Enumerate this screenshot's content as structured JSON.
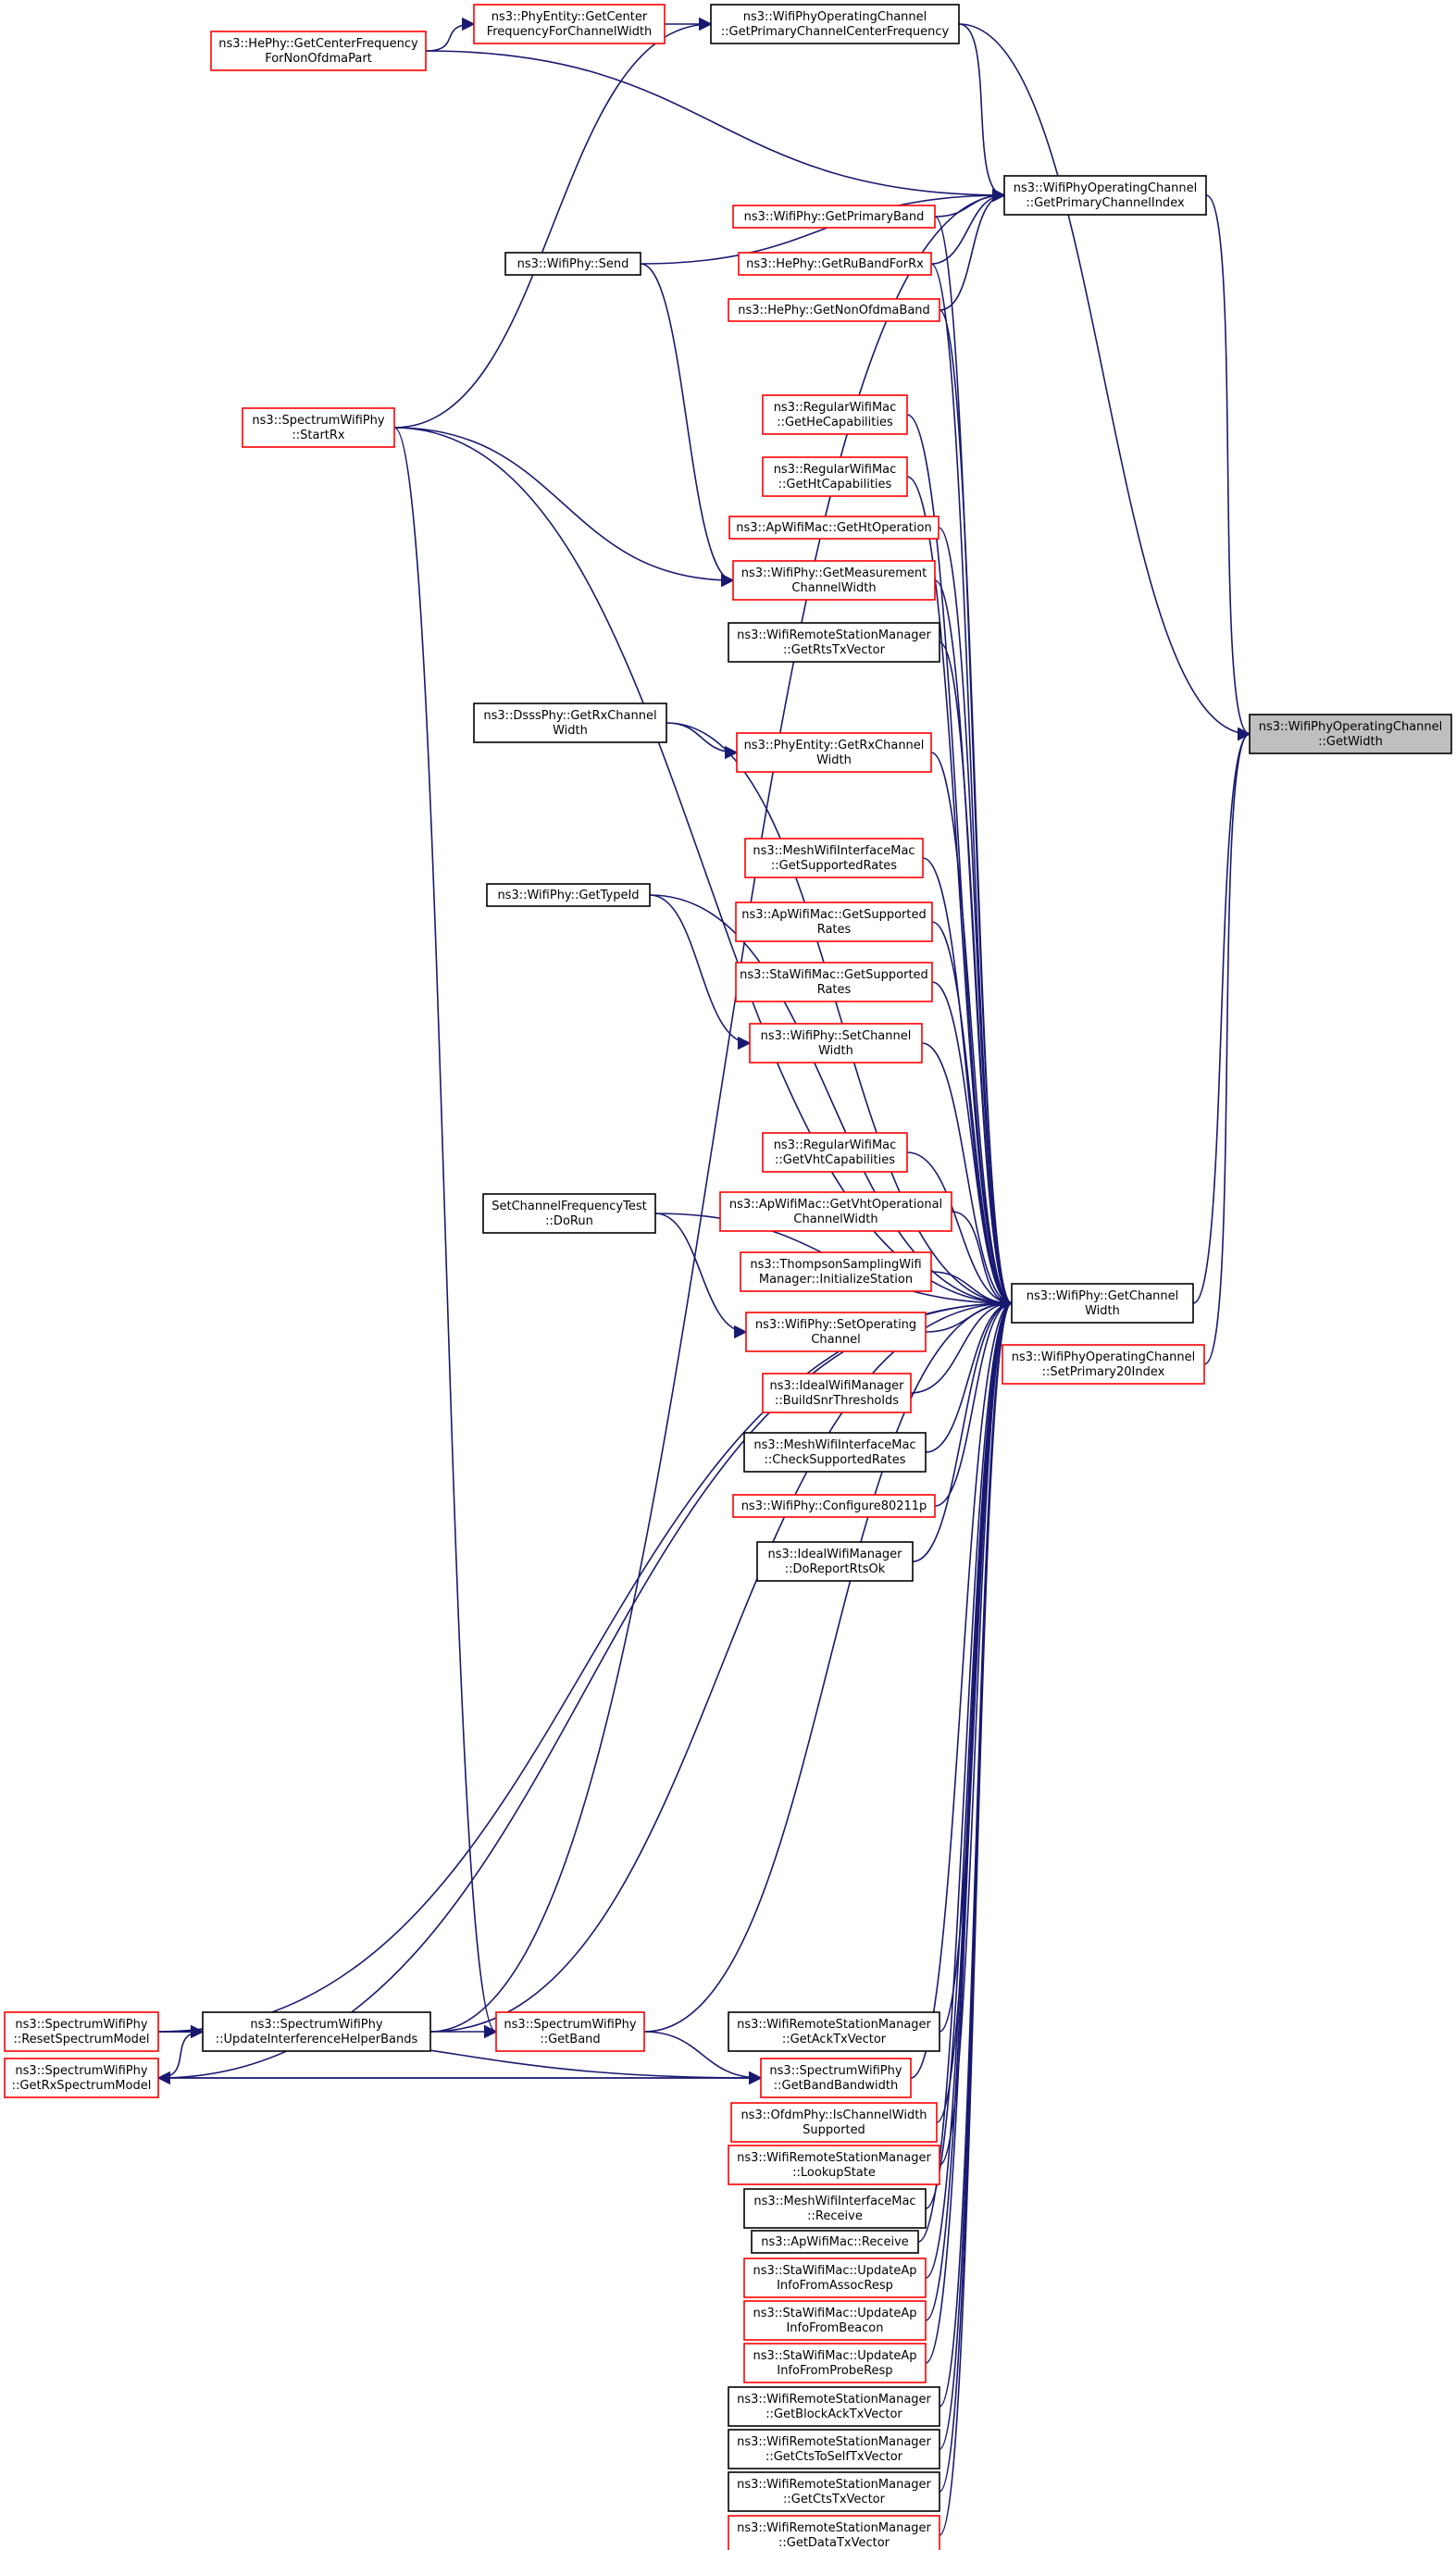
{
  "graph": {
    "title": "ns3::WifiPhyOperatingChannel::GetWidth call graph",
    "colors": {
      "edge": "#191970",
      "arrow": "#191970",
      "border_black": "#000000",
      "border_red": "#ff0000",
      "root_fill": "#bfbfbf",
      "fill": "#ffffff"
    },
    "nodes": [
      {
        "id": "getwidth",
        "lines": [
          "ns3::WifiPhyOperatingChannel",
          "::GetWidth"
        ],
        "style": "root"
      },
      {
        "id": "primarychannelindex",
        "lines": [
          "ns3::WifiPhyOperatingChannel",
          "::GetPrimaryChannelIndex"
        ],
        "style": "black"
      },
      {
        "id": "primarychannelcenter",
        "lines": [
          "ns3::WifiPhyOperatingChannel",
          "::GetPrimaryChannelCenterFrequency"
        ],
        "style": "black"
      },
      {
        "id": "phyentity_center",
        "lines": [
          "ns3::PhyEntity::GetCenter",
          "FrequencyForChannelWidth"
        ],
        "style": "red"
      },
      {
        "id": "hephy_center",
        "lines": [
          "ns3::HePhy::GetCenterFrequency",
          "ForNonOfdmaPart"
        ],
        "style": "red"
      },
      {
        "id": "getprimaryband",
        "lines": [
          "ns3::WifiPhy::GetPrimaryBand"
        ],
        "style": "red"
      },
      {
        "id": "getrubandforrx",
        "lines": [
          "ns3::HePhy::GetRuBandForRx"
        ],
        "style": "red"
      },
      {
        "id": "getnonofdmaband",
        "lines": [
          "ns3::HePhy::GetNonOfdmaBand"
        ],
        "style": "red"
      },
      {
        "id": "wifiphy_send",
        "lines": [
          "ns3::WifiPhy::Send"
        ],
        "style": "black"
      },
      {
        "id": "startrx",
        "lines": [
          "ns3::SpectrumWifiPhy",
          "::StartRx"
        ],
        "style": "red"
      },
      {
        "id": "getheCap",
        "lines": [
          "ns3::RegularWifiMac",
          "::GetHeCapabilities"
        ],
        "style": "red"
      },
      {
        "id": "gethtCap",
        "lines": [
          "ns3::RegularWifiMac",
          "::GetHtCapabilities"
        ],
        "style": "red"
      },
      {
        "id": "gethtop",
        "lines": [
          "ns3::ApWifiMac::GetHtOperation"
        ],
        "style": "red"
      },
      {
        "id": "getmeasurement",
        "lines": [
          "ns3::WifiPhy::GetMeasurement",
          "ChannelWidth"
        ],
        "style": "red"
      },
      {
        "id": "getrtstx",
        "lines": [
          "ns3::WifiRemoteStationManager",
          "::GetRtsTxVector"
        ],
        "style": "black"
      },
      {
        "id": "dsss_getrx",
        "lines": [
          "ns3::DsssPhy::GetRxChannel",
          "Width"
        ],
        "style": "black"
      },
      {
        "id": "phyentity_getrx",
        "lines": [
          "ns3::PhyEntity::GetRxChannel",
          "Width"
        ],
        "style": "red"
      },
      {
        "id": "mesh_supported",
        "lines": [
          "ns3::MeshWifiInterfaceMac",
          "::GetSupportedRates"
        ],
        "style": "red"
      },
      {
        "id": "wifiphy_typeid",
        "lines": [
          "ns3::WifiPhy::GetTypeId"
        ],
        "style": "black"
      },
      {
        "id": "ap_supported",
        "lines": [
          "ns3::ApWifiMac::GetSupported",
          "Rates"
        ],
        "style": "red"
      },
      {
        "id": "sta_supported",
        "lines": [
          "ns3::StaWifiMac::GetSupported",
          "Rates"
        ],
        "style": "red"
      },
      {
        "id": "setchannelwidth",
        "lines": [
          "ns3::WifiPhy::SetChannel",
          "Width"
        ],
        "style": "red"
      },
      {
        "id": "getvhtcap",
        "lines": [
          "ns3::RegularWifiMac",
          "::GetVhtCapabilities"
        ],
        "style": "red"
      },
      {
        "id": "setchanfreqtest",
        "lines": [
          "SetChannelFrequencyTest",
          "::DoRun"
        ],
        "style": "black"
      },
      {
        "id": "getvhtop",
        "lines": [
          "ns3::ApWifiMac::GetVhtOperational",
          "ChannelWidth"
        ],
        "style": "red"
      },
      {
        "id": "thompson",
        "lines": [
          "ns3::ThompsonSamplingWifi",
          "Manager::InitializeStation"
        ],
        "style": "red"
      },
      {
        "id": "getchannelwidth",
        "lines": [
          "ns3::WifiPhy::GetChannel",
          "Width"
        ],
        "style": "black"
      },
      {
        "id": "setprimary20",
        "lines": [
          "ns3::WifiPhyOperatingChannel",
          "::SetPrimary20Index"
        ],
        "style": "red"
      },
      {
        "id": "setoperating",
        "lines": [
          "ns3::WifiPhy::SetOperating",
          "Channel"
        ],
        "style": "red"
      },
      {
        "id": "buildsnr",
        "lines": [
          "ns3::IdealWifiManager",
          "::BuildSnrThresholds"
        ],
        "style": "red"
      },
      {
        "id": "mesh_checksupported",
        "lines": [
          "ns3::MeshWifiInterfaceMac",
          "::CheckSupportedRates"
        ],
        "style": "black"
      },
      {
        "id": "configure80211p",
        "lines": [
          "ns3::WifiPhy::Configure80211p"
        ],
        "style": "red"
      },
      {
        "id": "doreportrtsok",
        "lines": [
          "ns3::IdealWifiManager",
          "::DoReportRtsOk"
        ],
        "style": "black"
      },
      {
        "id": "resetspectrum",
        "lines": [
          "ns3::SpectrumWifiPhy",
          "::ResetSpectrumModel"
        ],
        "style": "red"
      },
      {
        "id": "updateinterference",
        "lines": [
          "ns3::SpectrumWifiPhy",
          "::UpdateInterferenceHelperBands"
        ],
        "style": "black"
      },
      {
        "id": "getband",
        "lines": [
          "ns3::SpectrumWifiPhy",
          "::GetBand"
        ],
        "style": "red"
      },
      {
        "id": "getacktx",
        "lines": [
          "ns3::WifiRemoteStationManager",
          "::GetAckTxVector"
        ],
        "style": "black"
      },
      {
        "id": "getrxspectrum",
        "lines": [
          "ns3::SpectrumWifiPhy",
          "::GetRxSpectrumModel"
        ],
        "style": "red"
      },
      {
        "id": "getbandbandwidth",
        "lines": [
          "ns3::SpectrumWifiPhy",
          "::GetBandBandwidth"
        ],
        "style": "red"
      },
      {
        "id": "ischannelwidth",
        "lines": [
          "ns3::OfdmPhy::IsChannelWidth",
          "Supported"
        ],
        "style": "red"
      },
      {
        "id": "lookupstate",
        "lines": [
          "ns3::WifiRemoteStationManager",
          "::LookupState"
        ],
        "style": "red"
      },
      {
        "id": "mesh_receive",
        "lines": [
          "ns3::MeshWifiInterfaceMac",
          "::Receive"
        ],
        "style": "black"
      },
      {
        "id": "ap_receive",
        "lines": [
          "ns3::ApWifiMac::Receive"
        ],
        "style": "black"
      },
      {
        "id": "sta_assoc",
        "lines": [
          "ns3::StaWifiMac::UpdateAp",
          "InfoFromAssocResp"
        ],
        "style": "red"
      },
      {
        "id": "sta_beacon",
        "lines": [
          "ns3::StaWifiMac::UpdateAp",
          "InfoFromBeacon"
        ],
        "style": "red"
      },
      {
        "id": "sta_probe",
        "lines": [
          "ns3::StaWifiMac::UpdateAp",
          "InfoFromProbeResp"
        ],
        "style": "red"
      },
      {
        "id": "getblockack",
        "lines": [
          "ns3::WifiRemoteStationManager",
          "::GetBlockAckTxVector"
        ],
        "style": "black"
      },
      {
        "id": "getctstoself",
        "lines": [
          "ns3::WifiRemoteStationManager",
          "::GetCtsToSelfTxVector"
        ],
        "style": "black"
      },
      {
        "id": "getcts",
        "lines": [
          "ns3::WifiRemoteStationManager",
          "::GetCtsTxVector"
        ],
        "style": "black"
      },
      {
        "id": "getdata",
        "lines": [
          "ns3::WifiRemoteStationManager",
          "::GetDataTxVector"
        ],
        "style": "red"
      }
    ],
    "edges": [
      [
        "primarychannelindex",
        "getwidth"
      ],
      [
        "primarychannelcenter",
        "getwidth"
      ],
      [
        "getchannelwidth",
        "getwidth"
      ],
      [
        "setprimary20",
        "getwidth"
      ],
      [
        "primarychannelcenter",
        "primarychannelindex"
      ],
      [
        "hephy_center",
        "primarychannelindex"
      ],
      [
        "wifiphy_send",
        "primarychannelindex"
      ],
      [
        "getprimaryband",
        "primarychannelindex"
      ],
      [
        "getrubandforrx",
        "primarychannelindex"
      ],
      [
        "getnonofdmaband",
        "primarychannelindex"
      ],
      [
        "phyentity_center",
        "primarychannelcenter"
      ],
      [
        "startrx",
        "primarychannelcenter"
      ],
      [
        "hephy_center",
        "phyentity_center"
      ],
      [
        "updateinterference",
        "primarychannelindex"
      ],
      [
        "getprimaryband",
        "getchannelwidth"
      ],
      [
        "getrubandforrx",
        "getchannelwidth"
      ],
      [
        "getnonofdmaband",
        "getchannelwidth"
      ],
      [
        "startrx",
        "getchannelwidth"
      ],
      [
        "getheCap",
        "getchannelwidth"
      ],
      [
        "gethtCap",
        "getchannelwidth"
      ],
      [
        "gethtop",
        "getchannelwidth"
      ],
      [
        "getmeasurement",
        "getchannelwidth"
      ],
      [
        "getrtstx",
        "getchannelwidth"
      ],
      [
        "dsss_getrx",
        "getchannelwidth"
      ],
      [
        "phyentity_getrx",
        "getchannelwidth"
      ],
      [
        "mesh_supported",
        "getchannelwidth"
      ],
      [
        "wifiphy_typeid",
        "getchannelwidth"
      ],
      [
        "ap_supported",
        "getchannelwidth"
      ],
      [
        "sta_supported",
        "getchannelwidth"
      ],
      [
        "setchannelwidth",
        "getchannelwidth"
      ],
      [
        "setchanfreqtest",
        "getchannelwidth"
      ],
      [
        "getvhtcap",
        "getchannelwidth"
      ],
      [
        "getvhtop",
        "getchannelwidth"
      ],
      [
        "thompson",
        "getchannelwidth"
      ],
      [
        "setoperating",
        "getchannelwidth"
      ],
      [
        "buildsnr",
        "getchannelwidth"
      ],
      [
        "mesh_checksupported",
        "getchannelwidth"
      ],
      [
        "configure80211p",
        "getchannelwidth"
      ],
      [
        "doreportrtsok",
        "getchannelwidth"
      ],
      [
        "resetspectrum",
        "getchannelwidth"
      ],
      [
        "updateinterference",
        "getchannelwidth"
      ],
      [
        "getband",
        "getchannelwidth"
      ],
      [
        "getacktx",
        "getchannelwidth"
      ],
      [
        "getbandbandwidth",
        "getchannelwidth"
      ],
      [
        "ischannelwidth",
        "getchannelwidth"
      ],
      [
        "lookupstate",
        "getchannelwidth"
      ],
      [
        "mesh_receive",
        "getchannelwidth"
      ],
      [
        "ap_receive",
        "getchannelwidth"
      ],
      [
        "sta_assoc",
        "getchannelwidth"
      ],
      [
        "sta_beacon",
        "getchannelwidth"
      ],
      [
        "sta_probe",
        "getchannelwidth"
      ],
      [
        "getrxspectrum",
        "getchannelwidth"
      ],
      [
        "getblockack",
        "getchannelwidth"
      ],
      [
        "getctstoself",
        "getchannelwidth"
      ],
      [
        "getcts",
        "getchannelwidth"
      ],
      [
        "getdata",
        "getchannelwidth"
      ],
      [
        "wifiphy_send",
        "getmeasurement"
      ],
      [
        "startrx",
        "getmeasurement"
      ],
      [
        "dsss_getrx",
        "phyentity_getrx"
      ],
      [
        "wifiphy_typeid",
        "setchannelwidth"
      ],
      [
        "setchanfreqtest",
        "setoperating"
      ],
      [
        "startrx",
        "getband"
      ],
      [
        "updateinterference",
        "getband"
      ],
      [
        "resetspectrum",
        "updateinterference"
      ],
      [
        "getrxspectrum",
        "updateinterference"
      ],
      [
        "getband",
        "getbandbandwidth"
      ],
      [
        "resetspectrum",
        "getbandbandwidth"
      ],
      [
        "getrxspectrum",
        "getbandbandwidth"
      ],
      [
        "getbandbandwidth",
        "getrxspectrum"
      ]
    ]
  }
}
